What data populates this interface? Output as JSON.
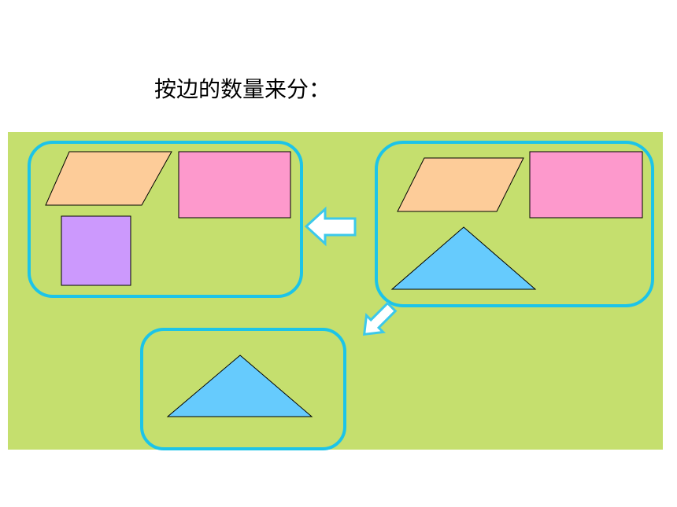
{
  "slide": {
    "title": "按边的数量来分："
  },
  "colors": {
    "panel_background": "#c5df6e",
    "group_border": "#1cc4e8",
    "arrow_outline": "#3cc8ea",
    "parallelogram": "#fdcc99",
    "rectangle": "#fd99cc",
    "square": "#cc99fd",
    "triangle": "#66cbfd",
    "shape_outline": "#000000"
  },
  "groups": [
    {
      "role": "all-shapes",
      "shapes": [
        "parallelogram",
        "rectangle",
        "triangle"
      ]
    },
    {
      "role": "four-sided",
      "shapes": [
        "parallelogram",
        "rectangle",
        "square"
      ]
    },
    {
      "role": "three-sided",
      "shapes": [
        "triangle"
      ]
    }
  ]
}
